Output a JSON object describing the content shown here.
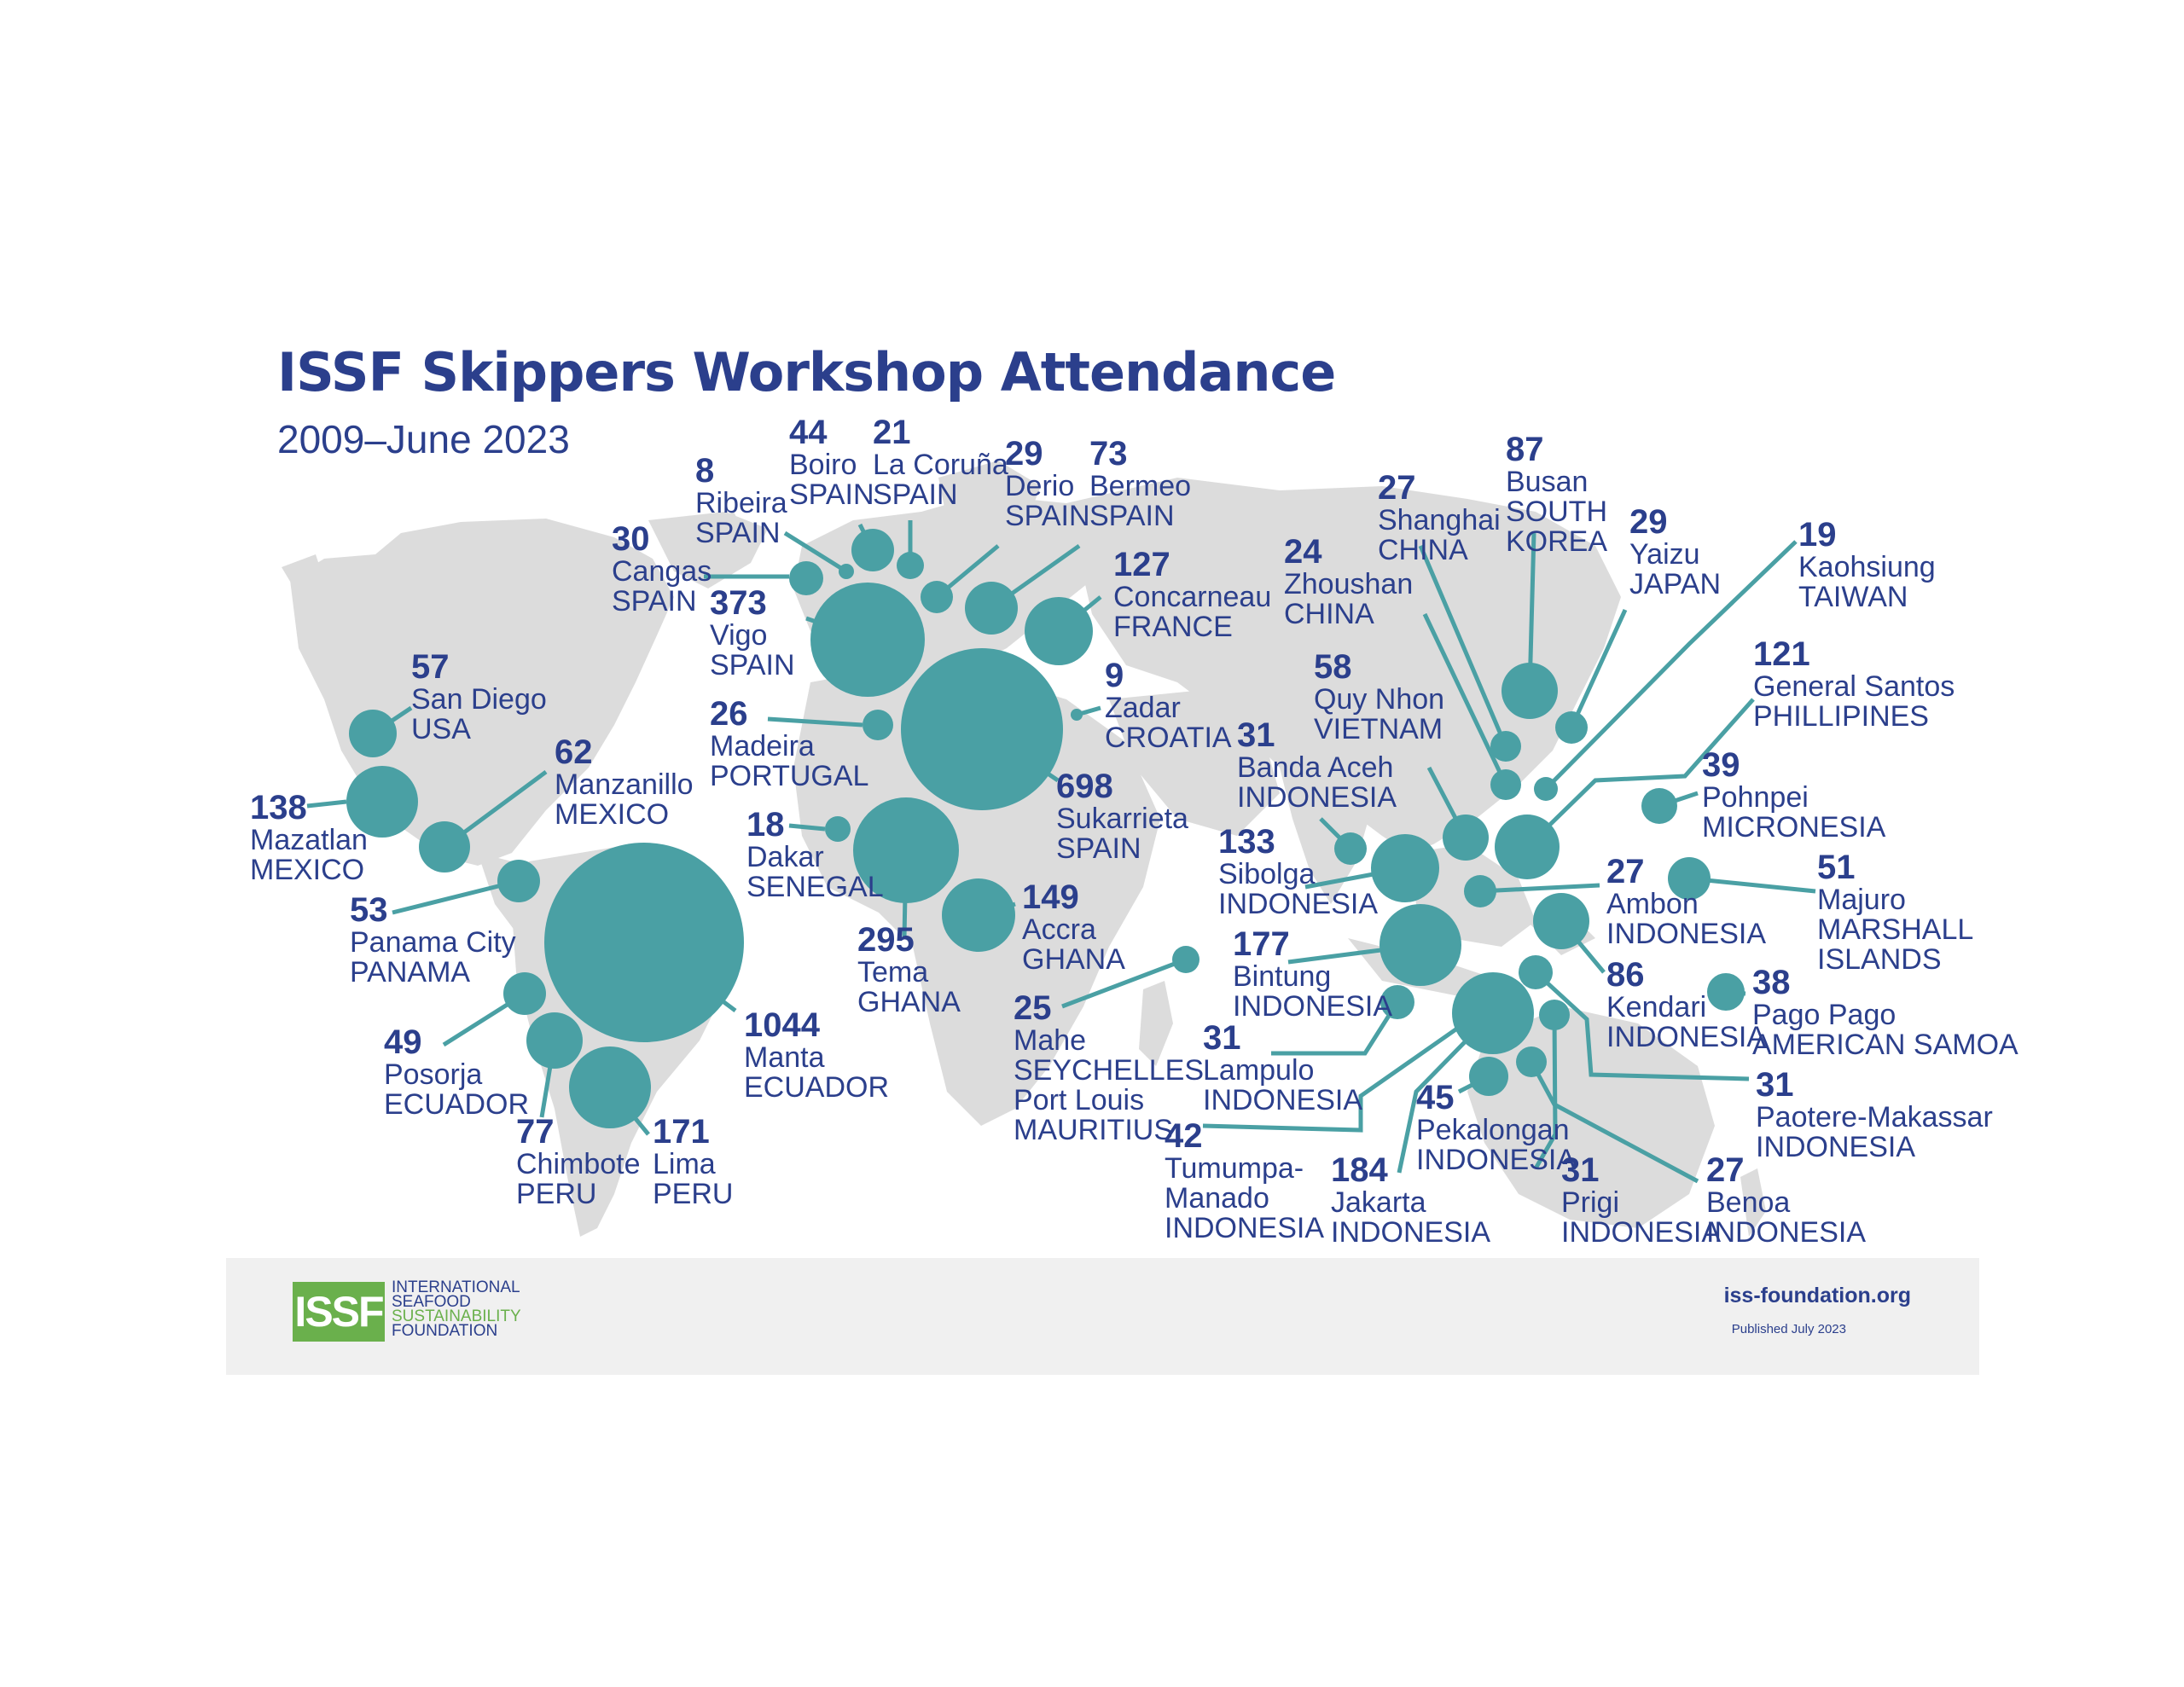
{
  "title": "ISSF Skippers Workshop Attendance",
  "subtitle": "2009–June 2023",
  "footer": {
    "logo_abbr": "ISSF",
    "logo_lines": [
      "INTERNATIONAL",
      "SEAFOOD",
      "SUSTAINABILITY",
      "FOUNDATION"
    ],
    "website": "iss-foundation.org",
    "published": "Published July 2023"
  },
  "colors": {
    "bubble": "#4aa0a4",
    "text": "#2b3f8c",
    "land": "#dcdcdc",
    "logo": "#6ab04c"
  },
  "locations": [
    {
      "value": "57",
      "lines": [
        "San Diego",
        "USA"
      ]
    },
    {
      "value": "138",
      "lines": [
        "Mazatlan",
        "MEXICO"
      ]
    },
    {
      "value": "62",
      "lines": [
        "Manzanillo",
        "MEXICO"
      ]
    },
    {
      "value": "53",
      "lines": [
        "Panama City",
        "PANAMA"
      ]
    },
    {
      "value": "49",
      "lines": [
        "Posorja",
        "ECUADOR"
      ]
    },
    {
      "value": "77",
      "lines": [
        "Chimbote",
        "PERU"
      ]
    },
    {
      "value": "171",
      "lines": [
        "Lima",
        "PERU"
      ]
    },
    {
      "value": "1044",
      "lines": [
        "Manta",
        "ECUADOR"
      ]
    },
    {
      "value": "8",
      "lines": [
        "Ribeira",
        "SPAIN"
      ]
    },
    {
      "value": "44",
      "lines": [
        "Boiro",
        "SPAIN"
      ]
    },
    {
      "value": "21",
      "lines": [
        "La Coruña",
        "SPAIN"
      ]
    },
    {
      "value": "29",
      "lines": [
        "Derio",
        "SPAIN"
      ]
    },
    {
      "value": "73",
      "lines": [
        "Bermeo",
        "SPAIN"
      ]
    },
    {
      "value": "30",
      "lines": [
        "Cangas",
        "SPAIN"
      ]
    },
    {
      "value": "373",
      "lines": [
        "Vigo",
        "SPAIN"
      ]
    },
    {
      "value": "127",
      "lines": [
        "Concarneau",
        "FRANCE"
      ]
    },
    {
      "value": "9",
      "lines": [
        "Zadar",
        "CROATIA"
      ]
    },
    {
      "value": "26",
      "lines": [
        "Madeira",
        "PORTUGAL"
      ]
    },
    {
      "value": "698",
      "lines": [
        "Sukarrieta",
        "SPAIN"
      ]
    },
    {
      "value": "18",
      "lines": [
        "Dakar",
        "SENEGAL"
      ]
    },
    {
      "value": "295",
      "lines": [
        "Tema",
        "GHANA"
      ]
    },
    {
      "value": "149",
      "lines": [
        "Accra",
        "GHANA"
      ]
    },
    {
      "value": "25",
      "lines": [
        "Mahe",
        "SEYCHELLES",
        "Port Louis",
        "MAURITIUS"
      ]
    },
    {
      "value": "24",
      "lines": [
        "Zhoushan",
        "CHINA"
      ]
    },
    {
      "value": "27",
      "lines": [
        "Shanghai",
        "CHINA"
      ]
    },
    {
      "value": "87",
      "lines": [
        "Busan",
        "SOUTH",
        "KOREA"
      ]
    },
    {
      "value": "29",
      "lines": [
        "Yaizu",
        "JAPAN"
      ]
    },
    {
      "value": "19",
      "lines": [
        "Kaohsiung",
        "TAIWAN"
      ]
    },
    {
      "value": "121",
      "lines": [
        "General Santos",
        "PHILLIPINES"
      ]
    },
    {
      "value": "58",
      "lines": [
        "Quy Nhon",
        "VIETNAM"
      ]
    },
    {
      "value": "31",
      "lines": [
        "Banda Aceh",
        "INDONESIA"
      ]
    },
    {
      "value": "39",
      "lines": [
        "Pohnpei",
        "MICRONESIA"
      ]
    },
    {
      "value": "133",
      "lines": [
        "Sibolga",
        "INDONESIA"
      ]
    },
    {
      "value": "27",
      "lines": [
        "Ambon",
        "INDONESIA"
      ]
    },
    {
      "value": "51",
      "lines": [
        "Majuro",
        "MARSHALL",
        "ISLANDS"
      ]
    },
    {
      "value": "177",
      "lines": [
        "Bintung",
        "INDONESIA"
      ]
    },
    {
      "value": "86",
      "lines": [
        "Kendari",
        "INDONESIA"
      ]
    },
    {
      "value": "38",
      "lines": [
        "Pago Pago",
        "AMERICAN SAMOA"
      ]
    },
    {
      "value": "31",
      "lines": [
        "Lampulo",
        "INDONESIA"
      ]
    },
    {
      "value": "31",
      "lines": [
        "Paotere-Makassar",
        "INDONESIA"
      ]
    },
    {
      "value": "45",
      "lines": [
        "Pekalongan",
        "INDONESIA"
      ]
    },
    {
      "value": "42",
      "lines": [
        "Tumumpa-",
        "Manado",
        "INDONESIA"
      ]
    },
    {
      "value": "184",
      "lines": [
        "Jakarta",
        "INDONESIA"
      ]
    },
    {
      "value": "31",
      "lines": [
        "Prigi",
        "INDONESIA"
      ]
    },
    {
      "value": "27",
      "lines": [
        "Benoa",
        "INDONESIA"
      ]
    }
  ]
}
